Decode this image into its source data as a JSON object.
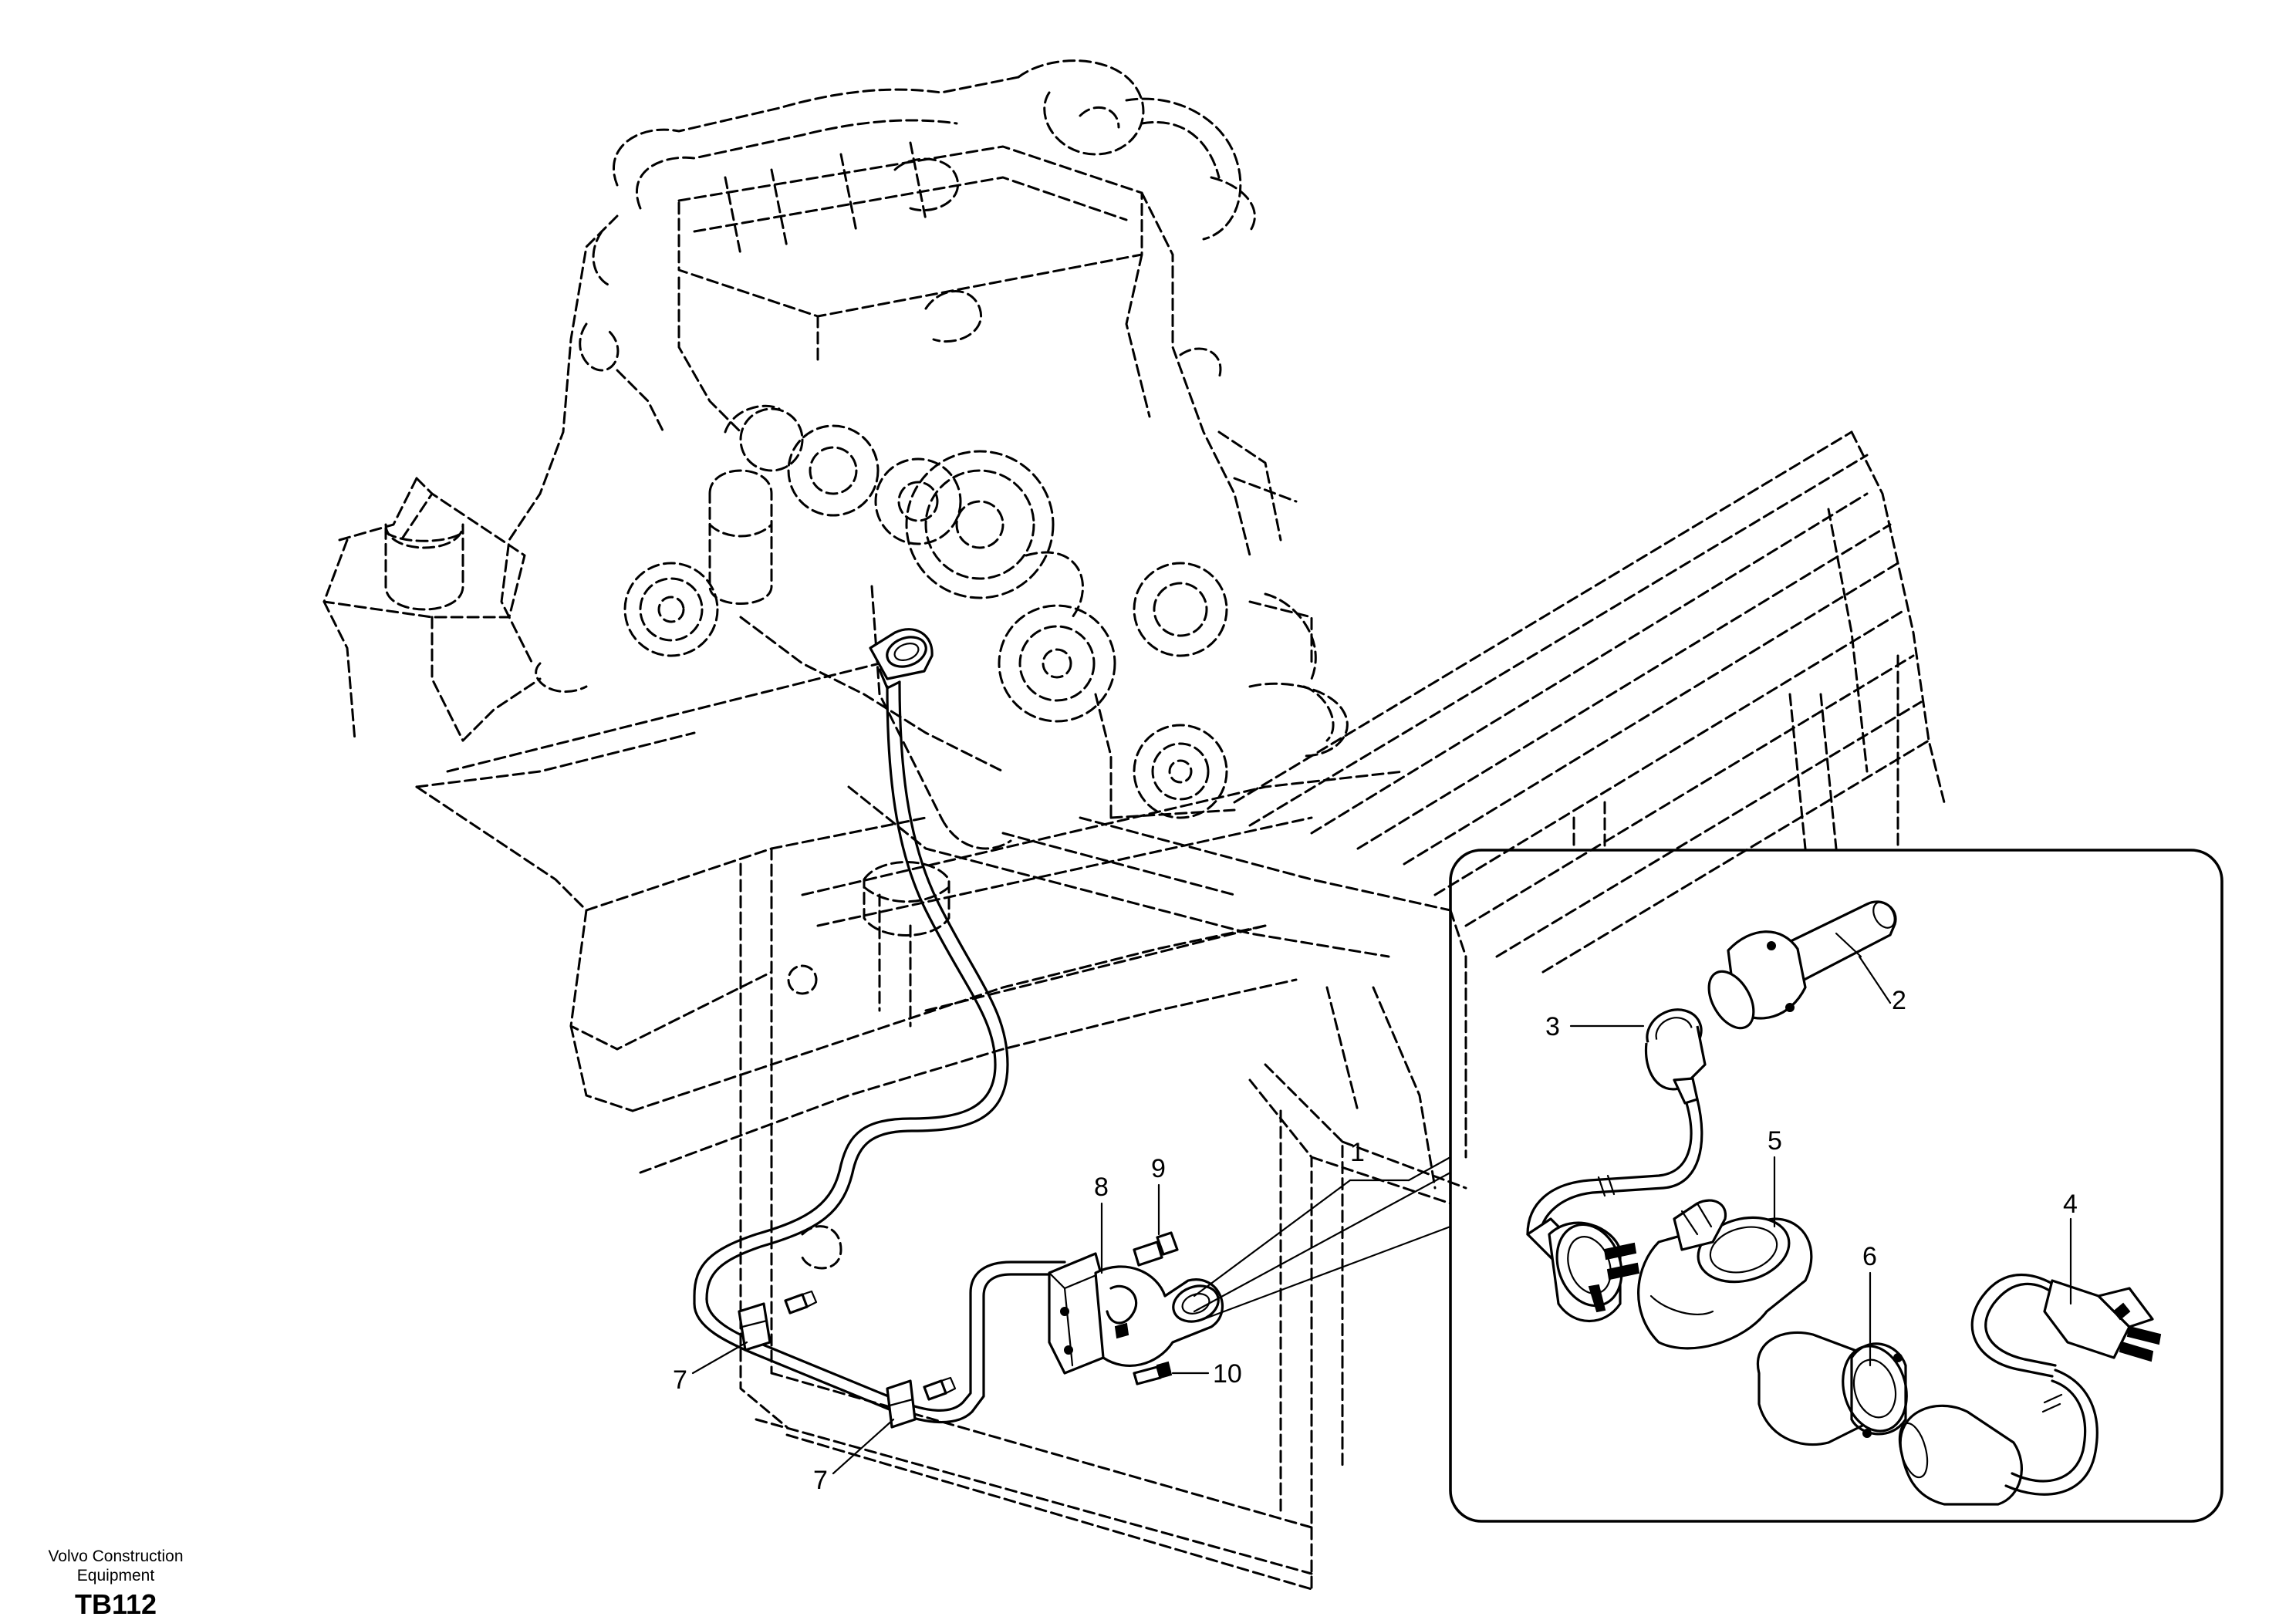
{
  "callouts": [
    {
      "id": "1",
      "text": "1"
    },
    {
      "id": "2",
      "text": "2"
    },
    {
      "id": "3",
      "text": "3"
    },
    {
      "id": "4",
      "text": "4"
    },
    {
      "id": "5",
      "text": "5"
    },
    {
      "id": "6",
      "text": "6"
    },
    {
      "id": "7a",
      "text": "7"
    },
    {
      "id": "7b",
      "text": "7"
    },
    {
      "id": "8",
      "text": "8"
    },
    {
      "id": "9",
      "text": "9"
    },
    {
      "id": "10",
      "text": "10"
    }
  ],
  "caption": {
    "company_line1": "Volvo Construction",
    "company_line2": "Equipment",
    "figure_code": "TB112"
  },
  "colors": {
    "line": "#000000",
    "background": "#ffffff"
  }
}
